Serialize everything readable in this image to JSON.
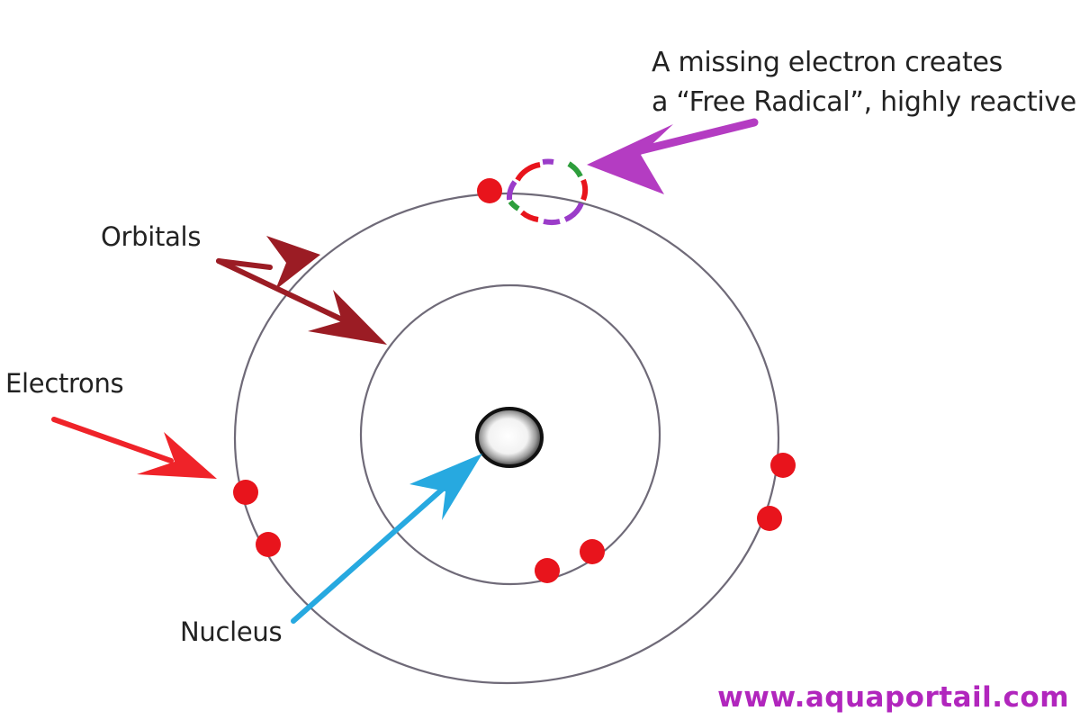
{
  "labels": {
    "orbitals": "Orbitals",
    "electrons": "Electrons",
    "nucleus": "Nucleus",
    "free_radical_line1": "A missing electron creates",
    "free_radical_line2": "a “Free Radical”, highly reactive"
  },
  "watermark": "www.aquaportail.com",
  "colors": {
    "orbit": "#6f6a78",
    "electron": "#e8141c",
    "orbitals_arrow": "#9b1c24",
    "electrons_arrow": "#ef2329",
    "nucleus_arrow": "#27a9e0",
    "free_radical_arrow": "#b43cc2",
    "watermark": "#b126bd"
  }
}
